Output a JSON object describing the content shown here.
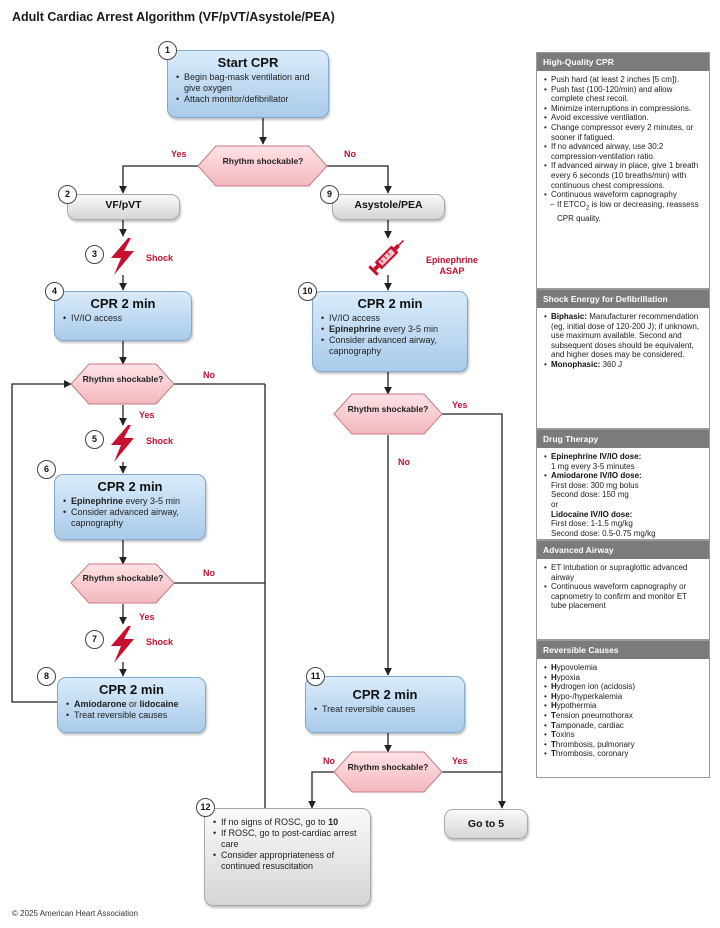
{
  "title": "Adult Cardiac Arrest Algorithm (VF/pVT/Asystole/PEA)",
  "footer": "© 2025 American Heart Association",
  "colors": {
    "accent_red": "#c8102e",
    "box_blue": "#aacbea",
    "box_gray": "#d5d5d5",
    "panel_header": "#7b7b7b"
  },
  "nodes": {
    "n1": {
      "num": "1",
      "title": "Start CPR",
      "items": [
        "Begin bag-mask ventilation and give oxygen",
        "Attach monitor/defibrillator"
      ]
    },
    "d1": {
      "label": "Rhythm shockable?",
      "yes": "Yes",
      "no": "No"
    },
    "n2": {
      "num": "2",
      "label": "VF/pVT"
    },
    "n3": {
      "num": "3",
      "label": "Shock",
      "icon": "shock-bolt-icon"
    },
    "n4": {
      "num": "4",
      "title": "CPR 2 min",
      "items": [
        "IV/IO access"
      ]
    },
    "d2": {
      "label": "Rhythm shockable?",
      "yes": "Yes",
      "no": "No"
    },
    "n5": {
      "num": "5",
      "label": "Shock",
      "icon": "shock-bolt-icon"
    },
    "n6": {
      "num": "6",
      "title": "CPR 2 min",
      "item1_bold": "Epinephrine",
      "item1_rest": " every 3-5 min",
      "item2": "Consider advanced airway, capnography"
    },
    "d3": {
      "label": "Rhythm shockable?",
      "yes": "Yes",
      "no": "No"
    },
    "n7": {
      "num": "7",
      "label": "Shock",
      "icon": "shock-bolt-icon"
    },
    "n8": {
      "num": "8",
      "title": "CPR 2 min",
      "item1_bold_a": "Amiodarone",
      "item1_mid": " or ",
      "item1_bold_b": "lidocaine",
      "item2": "Treat reversible causes"
    },
    "n9": {
      "num": "9",
      "label": "Asystole/PEA"
    },
    "syringe": {
      "label1": "Epinephrine",
      "label2": "ASAP",
      "icon": "syringe-icon"
    },
    "n10": {
      "num": "10",
      "title": "CPR 2 min",
      "item1": "IV/IO access",
      "item2_bold": "Epinephrine",
      "item2_rest": " every 3-5 min",
      "item3": "Consider advanced airway, capnography"
    },
    "d4": {
      "label": "Rhythm shockable?",
      "yes": "Yes",
      "no": "No"
    },
    "n11": {
      "num": "11",
      "title": "CPR 2 min",
      "items": [
        "Treat reversible causes"
      ]
    },
    "d5": {
      "label": "Rhythm shockable?",
      "yes": "Yes",
      "no": "No"
    },
    "n12": {
      "num": "12",
      "item1a": "If no signs of ROSC, go to ",
      "item1b": "10",
      "item2": "If ROSC, go to post-cardiac arrest care",
      "item3": "Consider appropriateness of continued resuscitation"
    },
    "goto5": {
      "label": "Go to 5"
    }
  },
  "side": {
    "cpr": {
      "header": "High-Quality CPR",
      "items": [
        "Push hard (at least 2 inches [5 cm]).",
        "Push fast (100-120/min) and allow complete chest recoil.",
        "Minimize interruptions in compressions.",
        "Avoid excessive ventilation.",
        "Change compressor every 2 minutes, or sooner if fatigued.",
        "If no advanced airway, use 30:2 compression-ventilation ratio.",
        "If advanced airway in place, give 1 breath every 6 seconds (10 breaths/min) with continuous chest compressions.",
        "Continuous waveform capnography"
      ],
      "sub_a": "If ETCO",
      "sub_sub": "2",
      "sub_b": " is low or decreasing, reassess CPR quality."
    },
    "shock": {
      "header": "Shock Energy for Defibrillation",
      "biphasic_label": "Biphasic:",
      "biphasic_text": " Manufacturer recommendation (eg, initial dose of 120-200 J); if unknown, use maximum available. Second and subsequent doses should be equivalent, and higher doses may be considered.",
      "mono_label": "Monophasic:",
      "mono_text": " 360 J"
    },
    "drug": {
      "header": "Drug Therapy",
      "epi_label": "Epinephrine IV/IO dose:",
      "epi_text": "1 mg every 3-5 minutes",
      "amio_label": "Amiodarone IV/IO dose:",
      "amio_first": "First dose: 300 mg bolus",
      "amio_second": "Second dose: 150 mg",
      "or": "or",
      "lido_label": "Lidocaine IV/IO dose:",
      "lido_first": "First dose: 1-1.5 mg/kg",
      "lido_second": "Second dose: 0.5-0.75 mg/kg"
    },
    "airway": {
      "header": "Advanced Airway",
      "items": [
        "ET intubation or supraglottic advanced airway",
        "Continuous waveform capnography or capnometry to confirm and monitor ET tube placement"
      ]
    },
    "causes": {
      "header": "Reversible Causes",
      "items": [
        {
          "b": "H",
          "r": "ypovolemia"
        },
        {
          "b": "H",
          "r": "ypoxia"
        },
        {
          "b": "H",
          "r": "ydrogen ion (acidosis)"
        },
        {
          "b": "H",
          "r": "ypo-/hyperkalemia"
        },
        {
          "b": "H",
          "r": "ypothermia"
        },
        {
          "b": "T",
          "r": "ension pneumothorax"
        },
        {
          "b": "T",
          "r": "amponade, cardiac"
        },
        {
          "b": "T",
          "r": "oxins"
        },
        {
          "b": "T",
          "r": "hrombosis, pulmonary"
        },
        {
          "b": "T",
          "r": "hrombosis, coronary"
        }
      ]
    }
  }
}
